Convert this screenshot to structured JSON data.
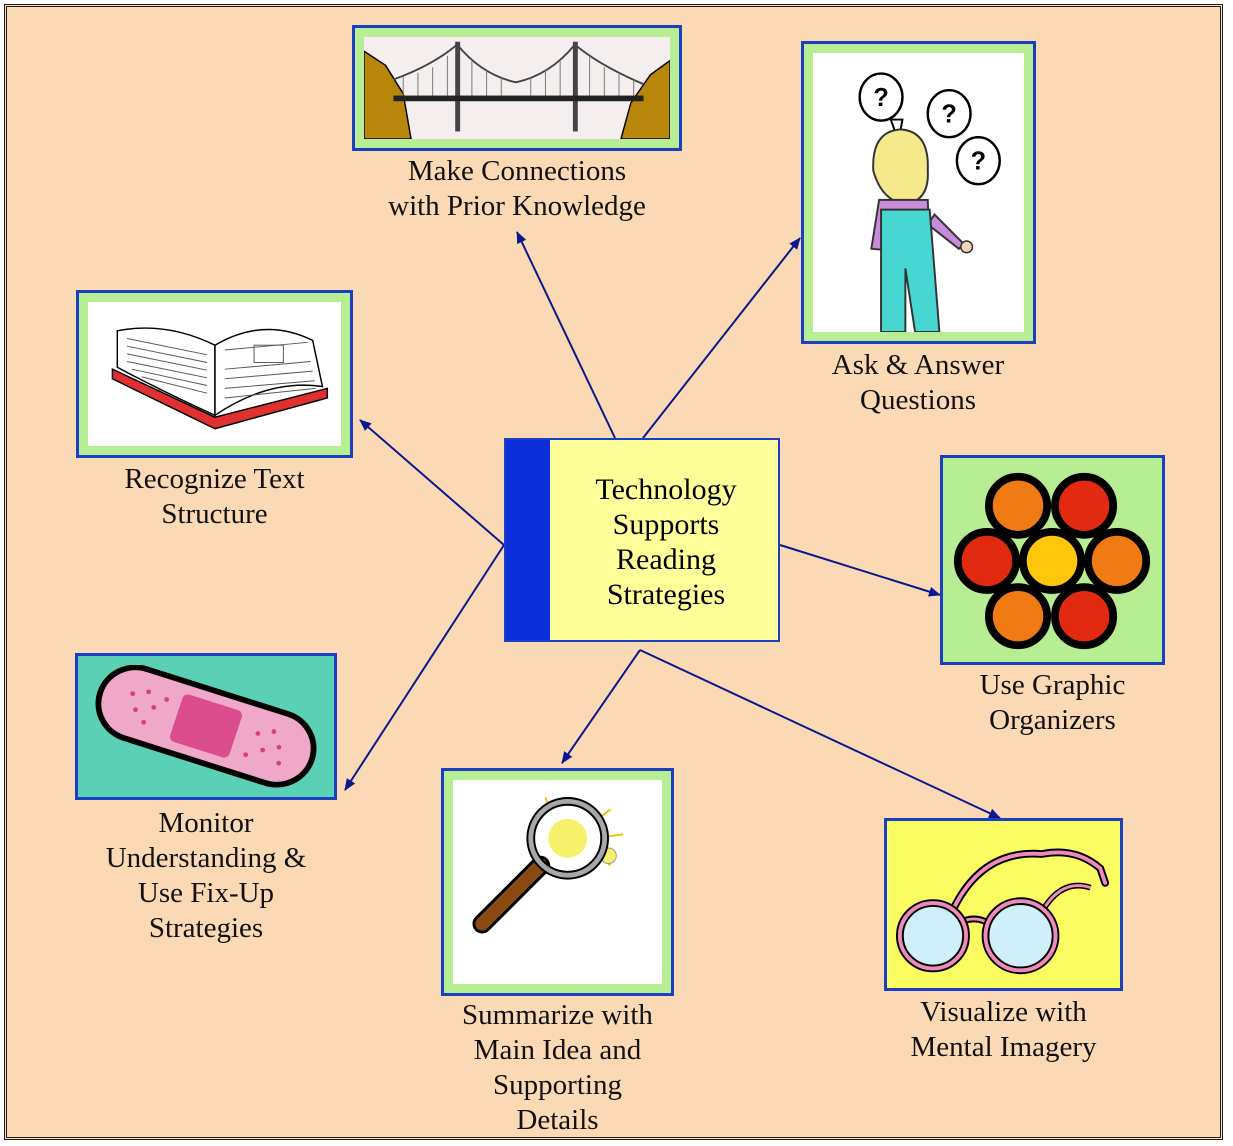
{
  "center": {
    "lines": [
      "Technology",
      "Supports",
      "Reading",
      "Strategies"
    ]
  },
  "strategies": {
    "connections": {
      "lines": [
        "Make Connections",
        "with Prior Knowledge"
      ],
      "icon": "bridge-icon"
    },
    "questions": {
      "lines": [
        "Ask & Answer",
        "Questions"
      ],
      "icon": "question-girl-icon"
    },
    "text_structure": {
      "lines": [
        "Recognize Text",
        "Structure"
      ],
      "icon": "open-book-icon"
    },
    "organizers": {
      "lines": [
        "Use Graphic",
        "Organizers"
      ],
      "icon": "circle-cluster-icon"
    },
    "monitor": {
      "lines": [
        "Monitor",
        "Understanding &",
        "Use Fix-Up",
        "Strategies"
      ],
      "icon": "bandage-icon"
    },
    "summarize": {
      "lines": [
        "Summarize with",
        "Main Idea and",
        "Supporting",
        "Details"
      ],
      "icon": "magnifier-icon"
    },
    "visualize": {
      "lines": [
        "Visualize with",
        "Mental Imagery"
      ],
      "icon": "glasses-icon"
    }
  },
  "colors": {
    "background": "#fcd9b5",
    "card_border": "#1a3fc0",
    "card_mat": "#b7ee93",
    "center_fill": "#ffff9a",
    "center_bar": "#0b2ed8",
    "arrow": "#0a1a8c"
  }
}
